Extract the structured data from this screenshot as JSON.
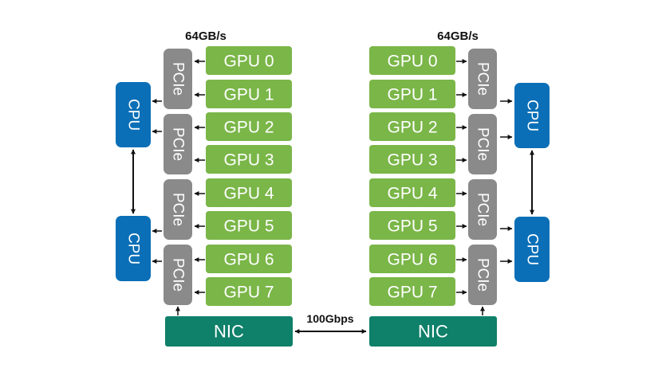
{
  "left_node": {
    "bandwidth_label": "64GB/s",
    "gpus": [
      "GPU 0",
      "GPU 1",
      "GPU 2",
      "GPU 3",
      "GPU 4",
      "GPU 5",
      "GPU 6",
      "GPU 7"
    ],
    "pcie_label": "PCIe",
    "cpu_label": "CPU",
    "nic_label": "NIC"
  },
  "right_node": {
    "bandwidth_label": "64GB/s",
    "gpus": [
      "GPU 0",
      "GPU 1",
      "GPU 2",
      "GPU 3",
      "GPU 4",
      "GPU 5",
      "GPU 6",
      "GPU 7"
    ],
    "pcie_label": "PCIe",
    "cpu_label": "CPU",
    "nic_label": "NIC"
  },
  "network_link_label": "100Gbps",
  "colors": {
    "gpu": "#7ab648",
    "pcie": "#8a8a8a",
    "cpu": "#0a6fb7",
    "nic": "#0f8069",
    "arrow": "#111111"
  }
}
